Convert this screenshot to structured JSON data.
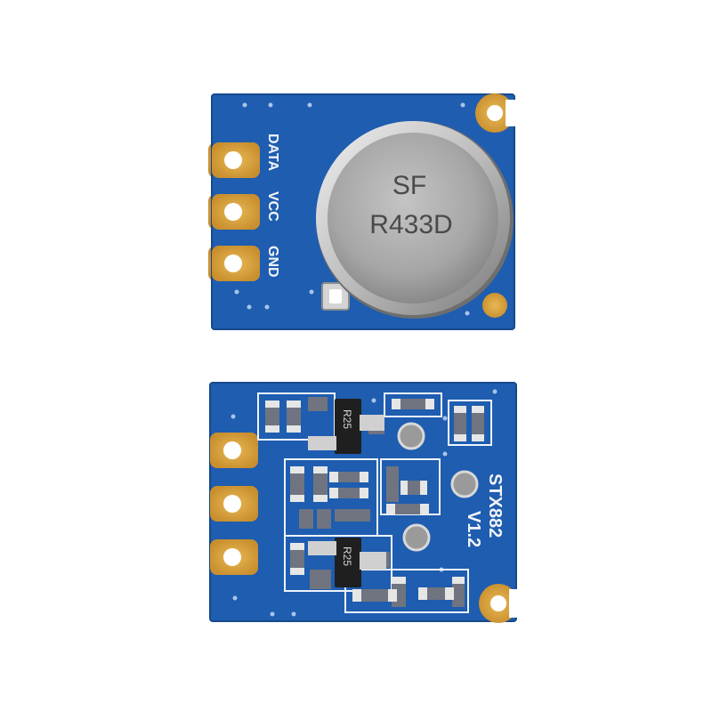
{
  "top_module": {
    "pin_labels": [
      "DATA",
      "VCC",
      "GND"
    ],
    "resonator_line1": "SF",
    "resonator_line2": "R433D"
  },
  "bottom_module": {
    "board_label": "STX882",
    "version": "V1.2",
    "resistor_labels": [
      "R25",
      "R25"
    ]
  },
  "colors": {
    "background": "#ffffff",
    "pcb_blue": "#1e5db0",
    "pad_gold": "#d9a441",
    "silkscreen": "#f2f4f8",
    "can_silver": "#a9a9a9"
  }
}
